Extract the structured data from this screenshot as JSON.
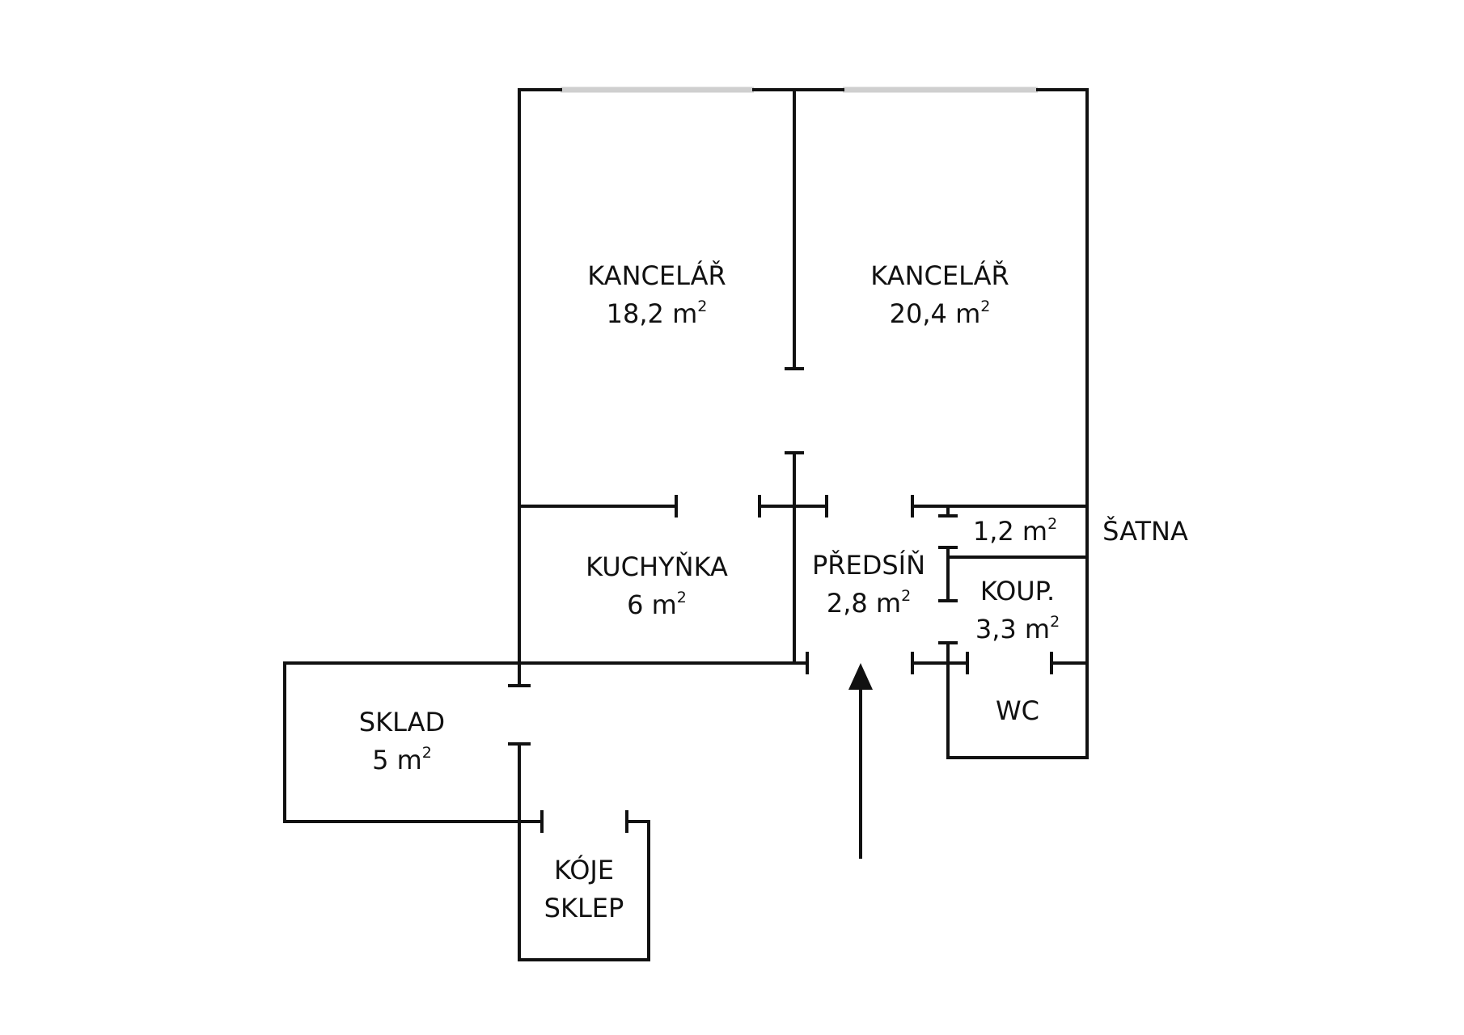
{
  "rooms": {
    "office_left": {
      "name": "KANCELÁŘ",
      "area": "18,2 m",
      "unit_sup": "2"
    },
    "office_right": {
      "name": "KANCELÁŘ",
      "area": "20,4 m",
      "unit_sup": "2"
    },
    "kitchen": {
      "name": "KUCHYŇKA",
      "area": "6 m",
      "unit_sup": "2"
    },
    "hallway": {
      "name": "PŘEDSÍŇ",
      "area": "2,8 m",
      "unit_sup": "2"
    },
    "wardrobe": {
      "name": "ŠATNA",
      "area": "1,2 m",
      "unit_sup": "2"
    },
    "bathroom": {
      "name": "KOUP.",
      "area": "3,3 m",
      "unit_sup": "2"
    },
    "wc": {
      "name": "WC"
    },
    "storage": {
      "name": "SKLAD",
      "area": "5 m",
      "unit_sup": "2"
    },
    "cellar": {
      "name_line1": "KÓJE",
      "name_line2": "SKLEP"
    }
  },
  "colors": {
    "wall": "#111111",
    "window": "#cfcfcf",
    "background": "#ffffff"
  },
  "icons": {
    "entrance": "arrow-up-icon"
  }
}
